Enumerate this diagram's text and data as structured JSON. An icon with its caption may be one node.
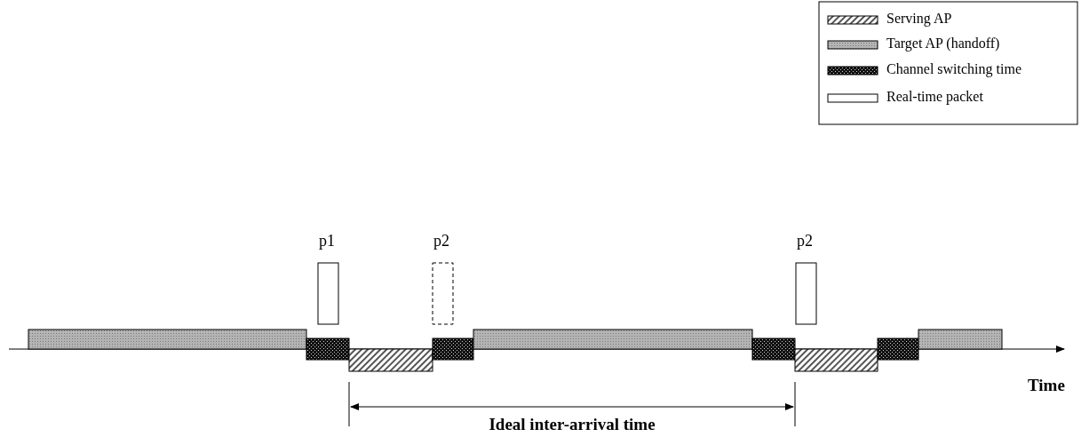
{
  "diagram": {
    "labels": [
      "p1",
      "p2",
      "p2",
      "Time",
      "Ideal inter-arrival time"
    ],
    "legend": [
      {
        "text": "Serving AP"
      },
      {
        "text": "Target AP (handoff)"
      },
      {
        "text": "Channel switching time"
      },
      {
        "text": "Real-time packet"
      }
    ]
  }
}
